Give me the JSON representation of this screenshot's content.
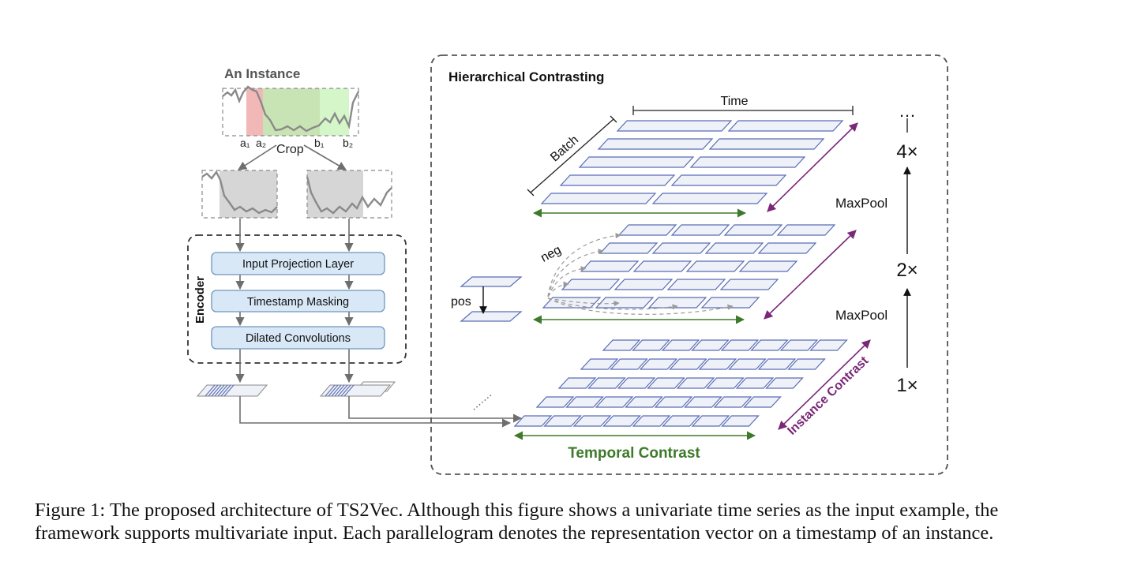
{
  "instance": {
    "title": "An Instance",
    "marks": [
      "a₁",
      "a₂",
      "b₁",
      "b₂"
    ],
    "crop_label": "Crop"
  },
  "encoder": {
    "label": "Encoder",
    "layers": [
      "Input Projection Layer",
      "Timestamp Masking",
      "Dilated Convolutions"
    ]
  },
  "hierarchical": {
    "title": "Hierarchical Contrasting",
    "time_label": "Time",
    "batch_label": "Batch",
    "neg_label": "neg",
    "pos_label": "pos",
    "maxpool_label": "MaxPool",
    "scales": [
      "1×",
      "2×",
      "4×"
    ],
    "more": "…",
    "temporal_contrast": "Temporal Contrast",
    "instance_contrast": "Instance Contrast"
  },
  "colors": {
    "cell_stroke": "#5a6db4",
    "cell_fill": "#eef1f8",
    "temporal": "#3e7a2c",
    "instance": "#7a2878",
    "encoder_box": "#d8e8f7",
    "encoder_stroke": "#6f95bd",
    "crop_red": "#f2b8b8",
    "crop_green": "#c9e4b4",
    "crop_lightgreen": "#d4f6c8",
    "crop_gray": "#d6d6d6"
  },
  "caption": [
    "Figure 1: The proposed architecture of TS2Vec. Although this figure shows a univariate time series as the input example, the",
    "framework supports multivariate input. Each parallelogram denotes the representation vector on a timestamp of an instance."
  ]
}
